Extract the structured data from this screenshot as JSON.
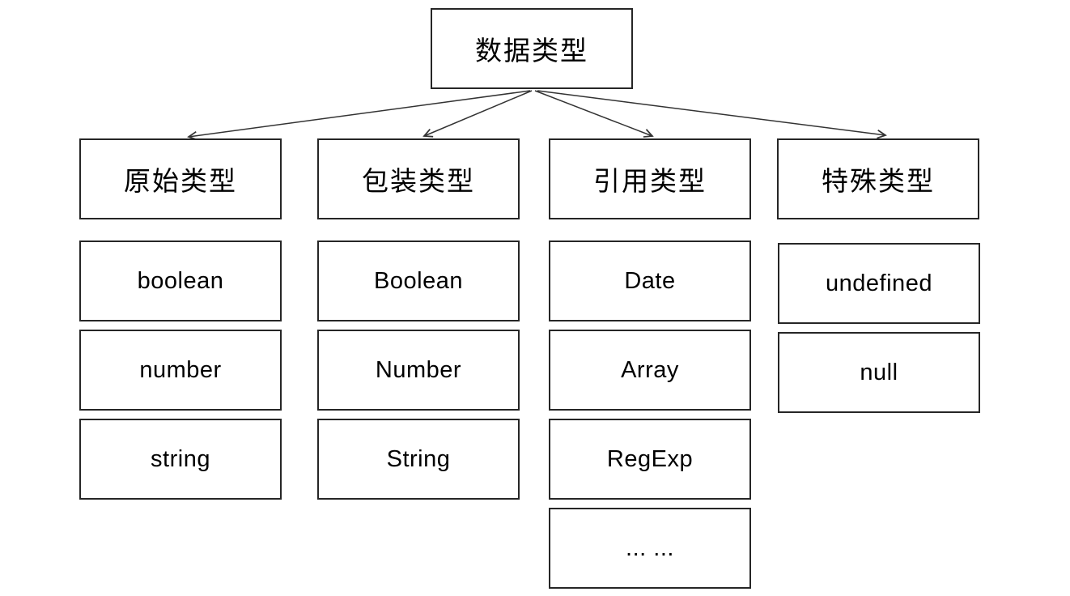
{
  "diagram": {
    "title": "JavaScript data types tree",
    "root": {
      "label": "数据类型"
    },
    "columns": [
      {
        "category": "原始类型",
        "items": [
          "boolean",
          "number",
          "string"
        ]
      },
      {
        "category": "包装类型",
        "items": [
          "Boolean",
          "Number",
          "String"
        ]
      },
      {
        "category": "引用类型",
        "items": [
          "Date",
          "Array",
          "RegExp",
          "... ..."
        ]
      },
      {
        "category": "特殊类型",
        "items": [
          "undefined",
          "null"
        ]
      }
    ],
    "colors": {
      "background": "#ffffff",
      "box_border": "#262626",
      "text": "#000000",
      "arrow": "#333333"
    }
  }
}
